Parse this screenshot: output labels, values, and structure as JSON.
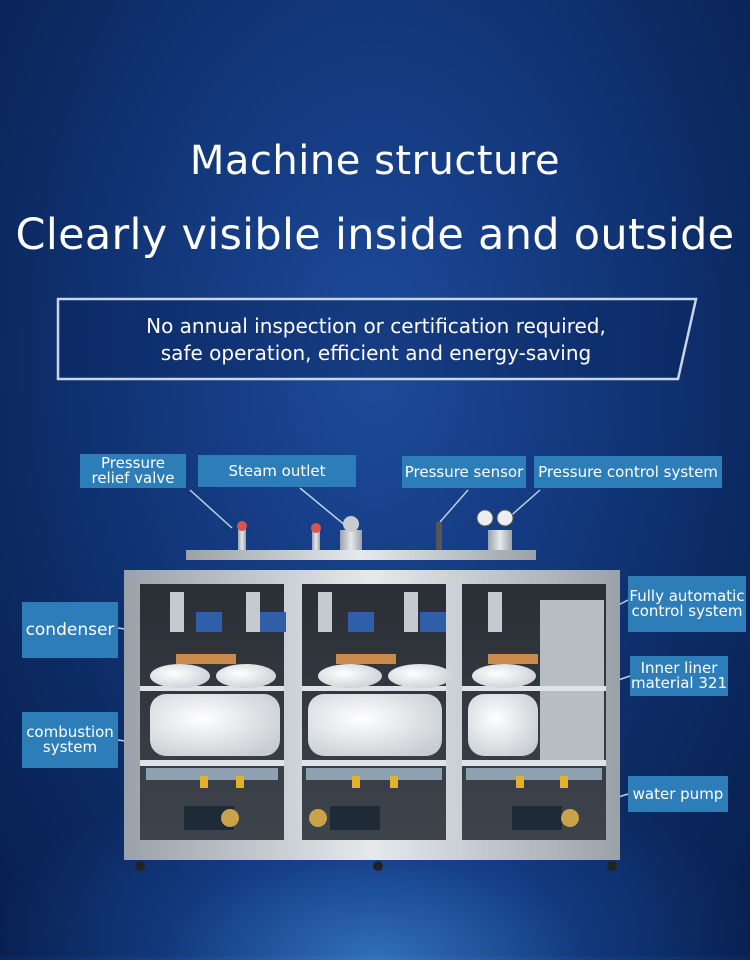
{
  "heading": {
    "line1": "Machine structure",
    "line2": "Clearly visible inside and outside"
  },
  "subtitle": {
    "line1": "No annual inspection or certification required,",
    "line2": "safe operation, efficient and energy-saving"
  },
  "labels": {
    "pressure_relief_valve_1": "Pressure",
    "pressure_relief_valve_2": "relief valve",
    "steam_outlet": "Steam outlet",
    "pressure_sensor": "Pressure sensor",
    "pressure_control_system": "Pressure control system",
    "condenser": "condenser",
    "combustion_system_1": "combustion",
    "combustion_system_2": "system",
    "fully_automatic_1": "Fully automatic",
    "fully_automatic_2": "control system",
    "inner_liner_1": "Inner liner",
    "inner_liner_2": "material 321",
    "water_pump": "water pump"
  },
  "colors": {
    "background": "#0c2a63",
    "label_fill": "#2d7db8",
    "frame": "#cfd3d8"
  }
}
